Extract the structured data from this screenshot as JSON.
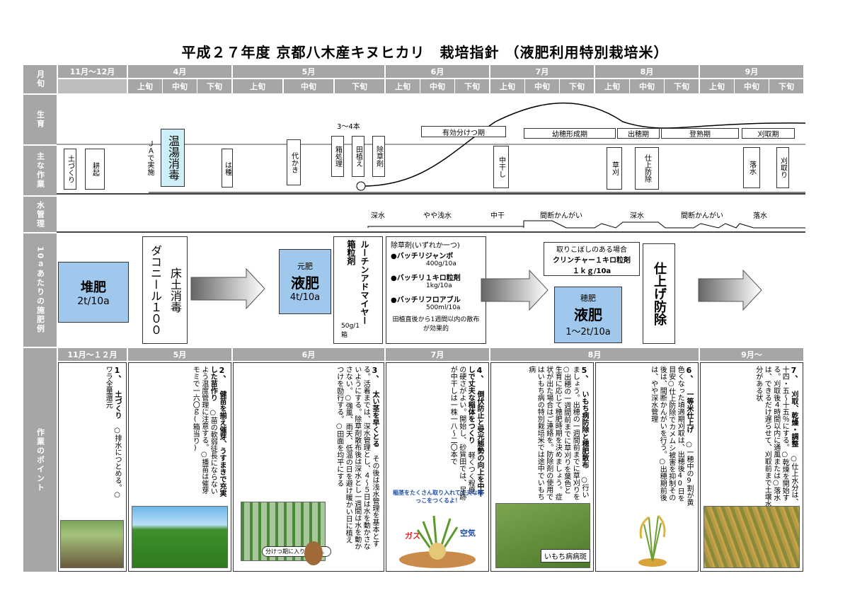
{
  "title": "平成２７年度 京都八木産キヌヒカリ　栽培指針 （液肥利用特別栽培米）",
  "row_labels": {
    "months": "月旬",
    "growth": "生育",
    "work": "主な作業",
    "water": "水管理",
    "fert": "10ａあたりの施肥例",
    "points": "作業のポイント"
  },
  "months": [
    "11月～12月",
    "4月",
    "5月",
    "6月",
    "7月",
    "8月",
    "9月"
  ],
  "junjun": [
    "上旬",
    "中旬",
    "下旬"
  ],
  "growth": {
    "tillers": "3～4本",
    "stages": [
      "有効分けつ期",
      "幼穂形成期",
      "出穂期",
      "登熟期",
      "刈取期"
    ]
  },
  "work": [
    "土づくり",
    "耕起",
    "ＪＡで実施",
    "温湯消毒",
    "は種",
    "代かき",
    "箱処理",
    "田植え",
    "除草剤",
    "中干し",
    "草刈",
    "仕上防除",
    "落水",
    "刈取り"
  ],
  "water": [
    "深水",
    "やや浅水",
    "中干",
    "間断かんがい",
    "深水",
    "間断かんがい",
    "落水"
  ],
  "fert": {
    "compost": "堆肥",
    "compost_amt": "2t/10a",
    "bed": "床土消毒",
    "bed_drug": "ダコニール１００",
    "base_small": "元肥",
    "base": "液肥",
    "base_amt": "4t/10a",
    "box_drug": "ルーチンアドマイヤー",
    "box_drug2": "箱粒剤",
    "box_amt": "50g/1箱",
    "herb_title": "除草剤(いずれか一つ)",
    "herbs": [
      "●バッチリジャンボ",
      "400g/10a",
      "●バッチリ１キロ粒剤",
      "1kg/10a",
      "●バッチリフロアブル",
      "500ml/10a"
    ],
    "herb_note": "田植直後から1週間以内の散布が効果的",
    "weed_cond": "取りこぼしのある場合",
    "weed_drug": "クリンチャー１キロ粒剤",
    "weed_amt": "１ｋｇ/10a",
    "ear_small": "穂肥",
    "ear": "液肥",
    "ear_amt": "1～2t/10a",
    "finish": "仕上げ防除"
  },
  "points_months": [
    "11月～１２月",
    "5月",
    "6月",
    "7月",
    "8月",
    "9月～"
  ],
  "points": [
    {
      "n": "1、",
      "bold": "土づくり",
      "text": "○排水につとめる。○ワラ全量還元"
    },
    {
      "n": "2、",
      "bold": "健苗を揃え催芽、うすまきで充実した苗作り",
      "text": "○苗の軟弱徒長にならないよう温度管理に注意する。○播苗は催芽モミで一六〇ｇ(箱当り)"
    },
    {
      "n": "3、",
      "bold": "太い茎を早くとる",
      "text": "その後は浅水管理を基本とする。活着までは、深水管理とし、４～５日は水を動かさないようにする。除草剤散布後は深水とし一週間は水を動かさない。○強風、雨天、低温の日を避け暖かい日に植えつけを励行する。○田面を均平にする"
    },
    {
      "n": "4、",
      "bold": "倒伏防止と受光態勢の向上を中干しで丈夫な稲体をつくり",
      "text": "軽くつく程度の硬さがよい。開始し、砂質田では、足跡が中干しは一株一八～二〇本で"
    },
    {
      "n": "5、",
      "bold": "いもち病防除と穂肥散布",
      "text": "○行いましょう。出穂の一週間前までに草刈りを○出穂の一週間前までに草刈りを葉色と生育に応じて穂肥時期を決めましょう。症状が出た場合はご連絡を。防除剤の使用ではいもち病の特別栽培米では途中でいもち病"
    },
    {
      "n": "6、",
      "bold": "一等米仕上げ",
      "text": "○一穂中の9割が黄色くなった頃適期刈取は、出穂後40日を目安○仕上防除でカメムシ被害を抑制その後は、間断かんがいを行う。○出穂期前後は、やや深水管理"
    },
    {
      "n": "7、",
      "bold": "刈取、乾燥・調整",
      "text": "○仕上水分は、十四・五～十五％にする。○乾燥を開始する。刈取後４時間以内に通風または○落水は、できるだけ遅らせて、刈取前まで土壌水分がある状"
    }
  ],
  "photo_labels": {
    "tiller": "分けつ期に入りました。",
    "roots": "稲茎をたくさん取り入れて丈夫な根っこをつくるよ！",
    "gas": "ガス",
    "air": "空気",
    "blast": "いもち病病斑"
  },
  "colors": {
    "header": "#a6a6a6",
    "cyan": "#cdeff7",
    "blue": "#9fc8ec"
  }
}
